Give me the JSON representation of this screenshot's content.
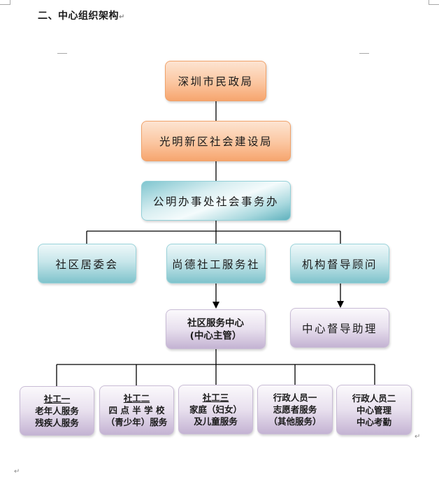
{
  "document": {
    "heading": "二、中心组织架构",
    "paragraph_mark": "↵"
  },
  "org_chart": {
    "level1": {
      "label": "深圳市民政局",
      "color": "#f6a56e"
    },
    "level2": {
      "label": "光明新区社会建设局",
      "color": "#f6a56e"
    },
    "level3": {
      "label": "公明办事处社会事务办",
      "color": "#7fc5cf"
    },
    "level4": [
      {
        "label": "社区居委会",
        "color": "#7fc3cc"
      },
      {
        "label": "尚德社工服务社",
        "color": "#7fc3cc"
      },
      {
        "label": "机构督导顾问",
        "color": "#7fc3cc"
      }
    ],
    "level5": [
      {
        "line1": "社区服务中心",
        "line2": "(中心主管）",
        "color": "#c4b3d3"
      },
      {
        "label": "中心督导助理",
        "color": "#c4b3d3"
      }
    ],
    "level6": [
      {
        "line1": "社工一",
        "line2": "老年人服务",
        "line3": "残疾人服务"
      },
      {
        "line1": "社工二",
        "line2": "四 点 半 学 校",
        "line3": "（青少年）服务"
      },
      {
        "line1": "社工三",
        "line2": "家庭（妇女）",
        "line3": "及儿童服务"
      },
      {
        "line1": "行政人员一",
        "line2": "志愿者服务",
        "line3": "（其他服务）"
      },
      {
        "line1": "行政人员二",
        "line2": "中心管理",
        "line3": "中心考勤"
      }
    ]
  }
}
